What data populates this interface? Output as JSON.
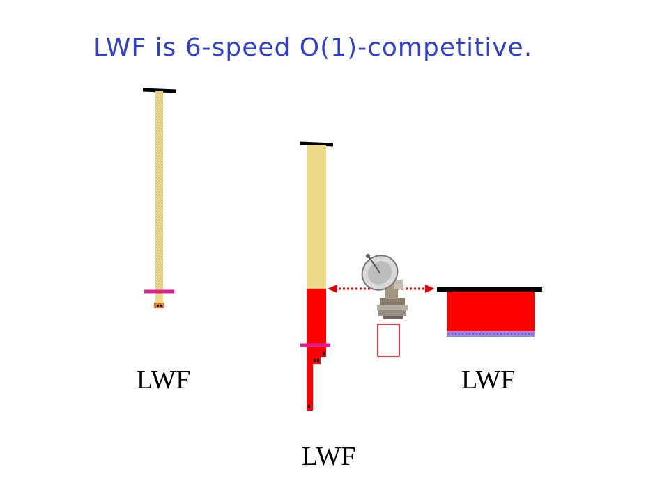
{
  "title": "LWF is 6-speed O(1)-competitive.",
  "labels": {
    "left": "LWF",
    "middle": "LWF",
    "right": "LWF"
  },
  "icons": {
    "dish": "satellite-dish-icon",
    "glyph": "missing-glyph-box-icon"
  },
  "colors": {
    "title": "#2f3fd0",
    "tan": "#ecd98a",
    "red": "#ff0000",
    "magenta": "#e0208f",
    "orange": "#e8741c",
    "blue": "#8a8cf0",
    "arrow": "#e00000"
  }
}
